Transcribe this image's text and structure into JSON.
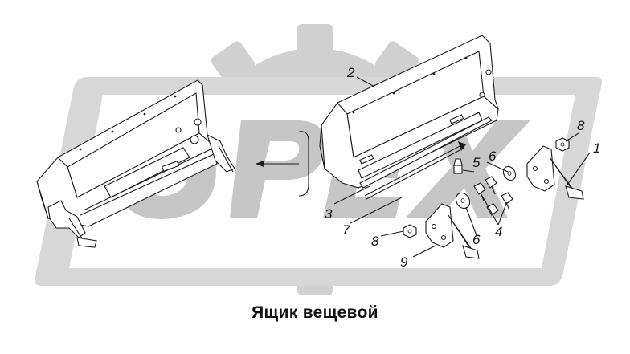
{
  "caption": "Ящик вещевой",
  "callouts": [
    {
      "id": "1",
      "text": "1"
    },
    {
      "id": "2",
      "text": "2"
    },
    {
      "id": "3",
      "text": "3"
    },
    {
      "id": "4",
      "text": "4"
    },
    {
      "id": "5",
      "text": "5"
    },
    {
      "id": "6a",
      "text": "6"
    },
    {
      "id": "6b",
      "text": "6"
    },
    {
      "id": "7",
      "text": "7"
    },
    {
      "id": "8a",
      "text": "8"
    },
    {
      "id": "8b",
      "text": "8"
    },
    {
      "id": "9",
      "text": "9"
    }
  ],
  "watermark": {
    "text": "OPEX",
    "color": "#c8c8c8"
  }
}
